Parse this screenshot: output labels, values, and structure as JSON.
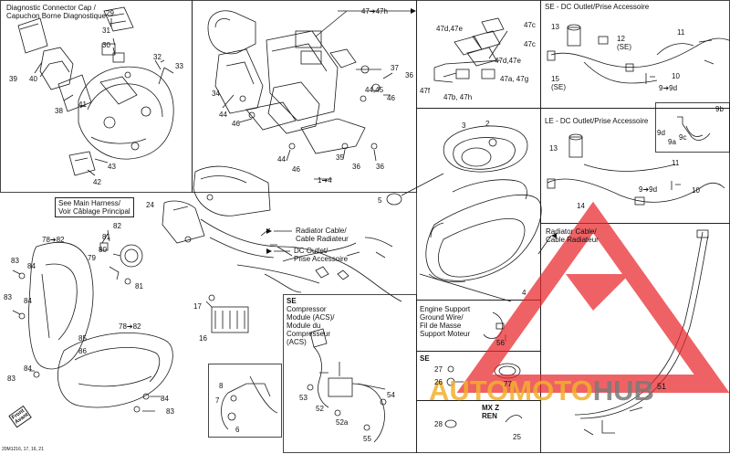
{
  "boxes": {
    "diagnostic_cap": [
      "Diagnostic Connector Cap /",
      "Capuchon Borne Diagnostique"
    ],
    "see_main_harness": [
      "See Main Harness/",
      "Voir Câblage Principal"
    ],
    "se_dc_outlet_top": "SE - DC Outlet/Prise Accessoire",
    "le_dc_outlet": "LE - DC Outlet/Prise Accessoire",
    "radiator_cable_right": [
      "Radiator Cable/",
      "Cable Radiateur"
    ],
    "se_compressor": [
      "SE",
      "Compressor",
      "Module (ACS)/",
      "Module du",
      "Compresseur",
      "(ACS)"
    ],
    "engine_support": [
      "Engine Support",
      "Ground Wire/",
      "Fil de Masse",
      "Support Moteur"
    ],
    "se_small": "SE",
    "mx_z_ren": [
      "MX Z",
      "REN"
    ]
  },
  "callouts": {
    "radiator_cable_mid": [
      "Radiator Cable/",
      "Cable Radiateur"
    ],
    "dc_outlet_mid": [
      "DC Outlet/",
      "Prise Accessoire"
    ],
    "one_to_four": "1➔4",
    "fortyseven": "47➔47h",
    "front_stamp": [
      "Front",
      "Avant"
    ]
  },
  "parts": {
    "p29": "29",
    "p31": "31",
    "p30": "30",
    "p39": "39",
    "p40": "40",
    "p38": "38",
    "p41": "41",
    "p32": "32",
    "p33": "33",
    "p43": "43",
    "p42": "42",
    "p34": "34",
    "p44a": "44",
    "p46a": "46",
    "p44b": "44",
    "p46b": "46",
    "p37": "37",
    "p36": "36",
    "p4445": "44,45",
    "p46c": "46",
    "p35": "35",
    "p36b": "36",
    "p36c": "36",
    "p47d47e": "47d,47e",
    "p47c1": "47c",
    "p47c2": "47c",
    "p47d47e2": "47d,47e",
    "p47f": "47f",
    "p47b47h": "47b, 47h",
    "p47a47g": "47a, 47g",
    "p13a": "13",
    "p12se": [
      "12",
      "(SE)"
    ],
    "p11a": "11",
    "p15se": [
      "15",
      "(SE)"
    ],
    "p10a": "10",
    "p9to9d_a": "9➔9d",
    "p3": "3",
    "p2": "2",
    "p5": "5",
    "p4": "4",
    "p9b": "9b",
    "p9d": "9d",
    "p9a": "9a",
    "p9c": "9c",
    "p13b": "13",
    "p11b": "11",
    "p14": "14",
    "p9to9d_b": "9➔9d",
    "p10b": "10",
    "p24": "24",
    "p78to82a": "78➔82",
    "p83a": "83",
    "p84a": "84",
    "p83b": "83",
    "p84b": "84",
    "p82": "82",
    "p81a": "81",
    "p80": "80",
    "p79": "79",
    "p81b": "81",
    "p17": "17",
    "p16": "16",
    "p78to82b": "78➔82",
    "p85": "85",
    "p86": "86",
    "p84c": "84",
    "p83c": "83",
    "p84d": "84",
    "p83d": "83",
    "p8": "8",
    "p7": "7",
    "p6": "6",
    "p53": "53",
    "p52": "52",
    "p52a": "52a",
    "p54": "54",
    "p55": "55",
    "p56": "56",
    "p77": "77",
    "p27": "27",
    "p26": "26",
    "p28": "28",
    "p25": "25",
    "p51": "51"
  },
  "watermark": {
    "brand": "AUTOMOTOHUB",
    "color_red": "#e8262a",
    "color_gold": "#f3b02b"
  },
  "footer": {
    "code": "20M1216, 17, 16, 21"
  }
}
